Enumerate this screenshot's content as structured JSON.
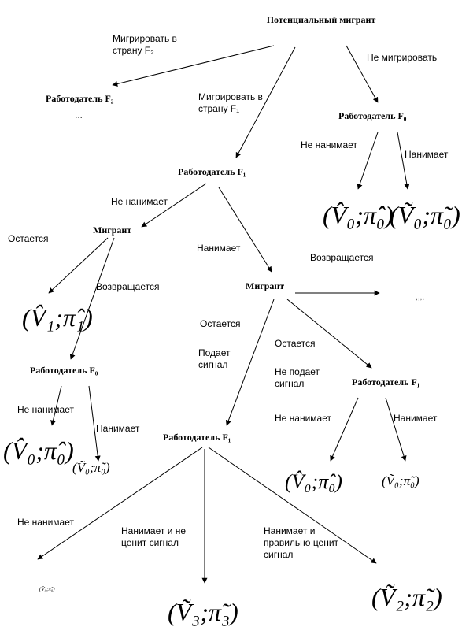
{
  "nodes": {
    "root": "Потенциальный мигрант",
    "emp_f2": "Работодатель F₂",
    "emp_f0_top": "Работодатель F₀",
    "emp_f1_mid": "Работодатель F₁",
    "migrant_left": "Мигрант",
    "migrant_center": "Мигрант",
    "emp_f0_left": "Работодатель F₀",
    "emp_f1_right": "Работодатель F₁",
    "emp_f1_bottom": "Работодатель F₁"
  },
  "labels": {
    "migrate_f2": "Мигрировать в страну F₂",
    "not_migrate": "Не мигрировать",
    "migrate_f1": "Мигрировать в страну F₁",
    "not_hire_1": "Не нанимает",
    "hire_1": "Нанимает",
    "not_hire_2": "Не нанимает",
    "stays_1": "Остается",
    "hire_2": "Нанимает",
    "returns_1": "Возвращается",
    "returns_2": "Возвращается",
    "stays_2": "Остается",
    "signals": "Подает сигнал",
    "stays_3": "Остается",
    "no_signal": "Не подает сигнал",
    "not_hire_3": "Не нанимает",
    "hire_3": "Нанимает",
    "not_hire_4": "Не нанимает",
    "hire_4": "Нанимает",
    "not_hire_5": "Не нанимает",
    "hire_no_value": "Нанимает и не ценит сигнал",
    "hire_value": "Нанимает и правильно ценит сигнал"
  },
  "ellipses": {
    "f2": "…",
    "return_branch": ",,,,"
  },
  "payoffs": {
    "p_top_left": "(V̂₀;π̂₀)",
    "p_top_right": "(Ṽ₀;π̃₀)",
    "p_left_1": "(V̂₁;π̂₁)",
    "p_left_2": "(V̂₀;π̂₀)",
    "p_left_3": "(Ṽ₀;π̃₀)",
    "p_right_1": "(V̂₀;π̂₀)",
    "p_right_2": "(Ṽ₀;π̃₀)",
    "p_bottom_tiny": "(V̂₀;π̂₀)",
    "p_bottom_3": "(Ṽ₃;π̃₃)",
    "p_bottom_2": "(Ṽ₂;π̃₂)"
  }
}
